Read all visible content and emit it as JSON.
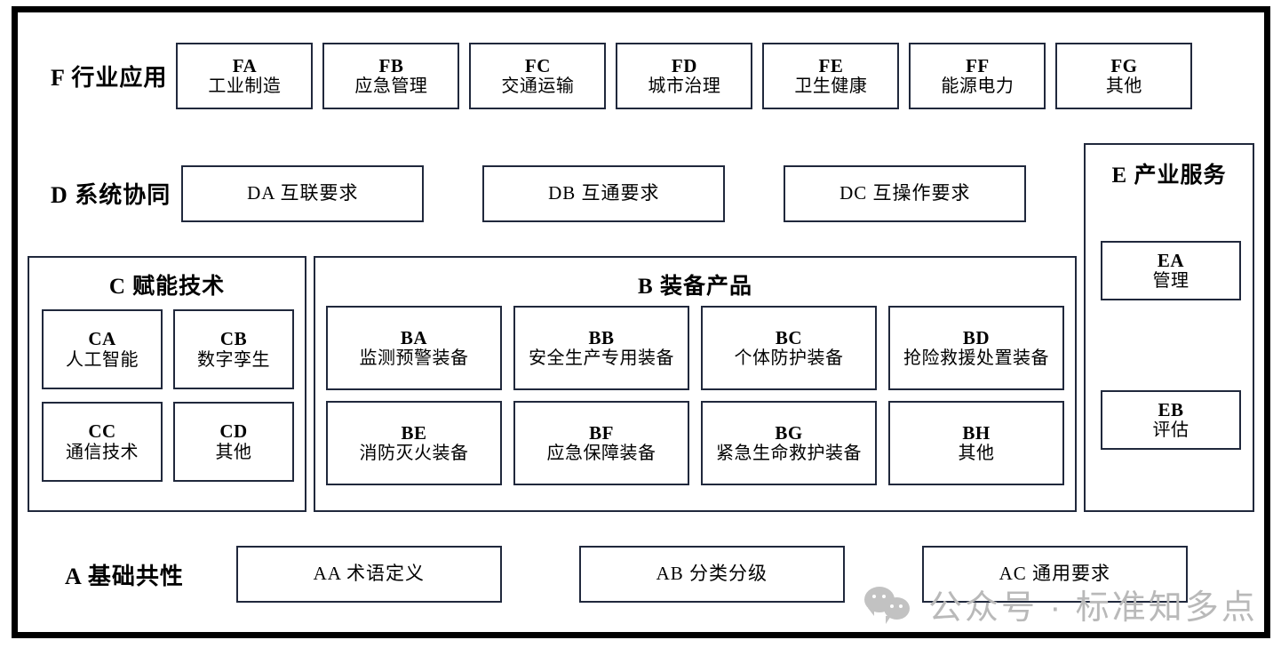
{
  "diagram": {
    "sections": {
      "F": {
        "label": "F 行业应用",
        "boxes": [
          {
            "code": "FA",
            "name": "工业制造"
          },
          {
            "code": "FB",
            "name": "应急管理"
          },
          {
            "code": "FC",
            "name": "交通运输"
          },
          {
            "code": "FD",
            "name": "城市治理"
          },
          {
            "code": "FE",
            "name": "卫生健康"
          },
          {
            "code": "FF",
            "name": "能源电力"
          },
          {
            "code": "FG",
            "name": "其他"
          }
        ]
      },
      "D": {
        "label": "D 系统协同",
        "boxes": [
          {
            "text": "DA 互联要求"
          },
          {
            "text": "DB 互通要求"
          },
          {
            "text": "DC 互操作要求"
          }
        ]
      },
      "E": {
        "label": "E 产业服务",
        "boxes": [
          {
            "code": "EA",
            "name": "管理"
          },
          {
            "code": "EB",
            "name": "评估"
          }
        ]
      },
      "C": {
        "label": "C 赋能技术",
        "boxes": [
          {
            "code": "CA",
            "name": "人工智能"
          },
          {
            "code": "CB",
            "name": "数字孪生"
          },
          {
            "code": "CC",
            "name": "通信技术"
          },
          {
            "code": "CD",
            "name": "其他"
          }
        ]
      },
      "B": {
        "label": "B 装备产品",
        "boxes": [
          {
            "code": "BA",
            "name": "监测预警装备"
          },
          {
            "code": "BB",
            "name": "安全生产专用装备"
          },
          {
            "code": "BC",
            "name": "个体防护装备"
          },
          {
            "code": "BD",
            "name": "抢险救援处置装备"
          },
          {
            "code": "BE",
            "name": "消防灭火装备"
          },
          {
            "code": "BF",
            "name": "应急保障装备"
          },
          {
            "code": "BG",
            "name": "紧急生命救护装备"
          },
          {
            "code": "BH",
            "name": "其他"
          }
        ]
      },
      "A": {
        "label": "A 基础共性",
        "boxes": [
          {
            "text": "AA 术语定义"
          },
          {
            "text": "AB 分类分级"
          },
          {
            "text": "AC 通用要求"
          }
        ]
      }
    },
    "watermark": {
      "text": "公众号 · 标准知多点",
      "icon": "wechat-icon"
    },
    "colors": {
      "frame": "#000000",
      "box_border": "#20283c",
      "text": "#000000",
      "watermark": "#b9b9b9",
      "background": "#ffffff"
    }
  }
}
